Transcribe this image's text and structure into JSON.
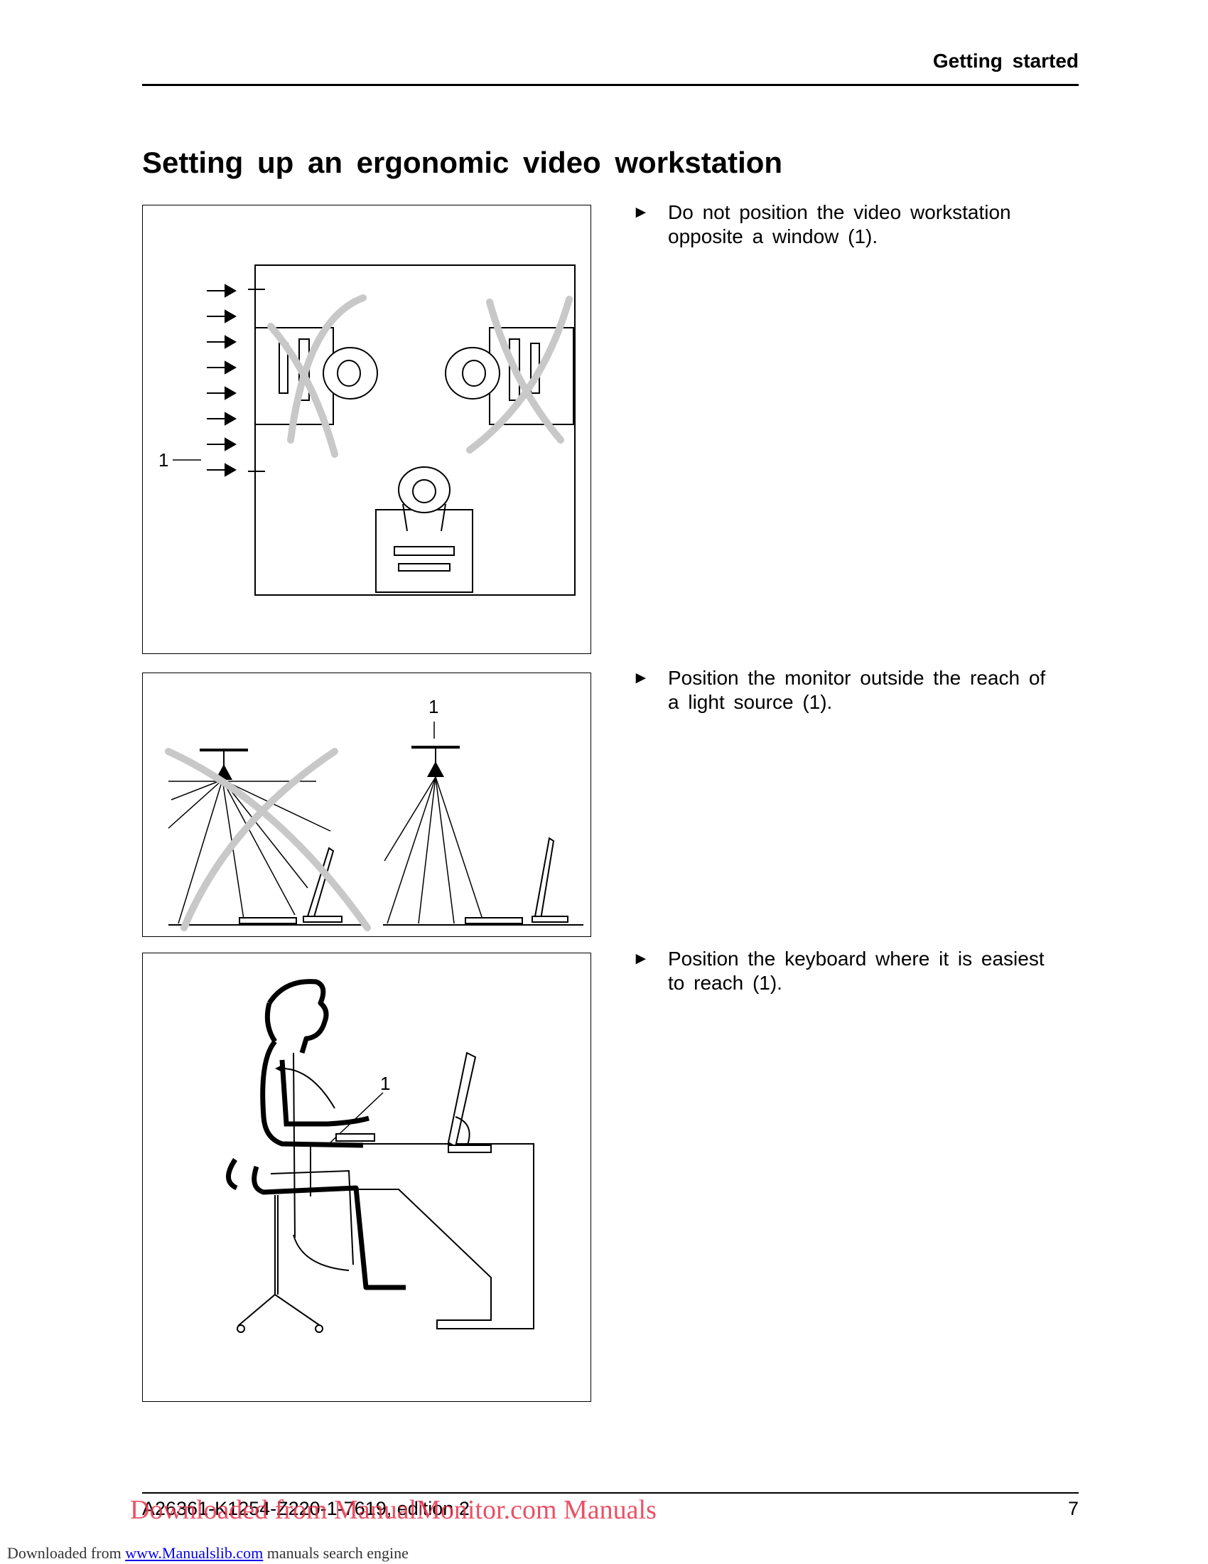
{
  "header": {
    "section": "Getting started"
  },
  "title": "Setting up an ergonomic video workstation",
  "instructions": [
    {
      "arrow": "►",
      "text": "Do not position the video workstation opposite a window (1)."
    },
    {
      "arrow": "►",
      "text": "Position the monitor outside the reach of a light source (1)."
    },
    {
      "arrow": "►",
      "text": "Position the keyboard where it is easiest to reach (1)."
    }
  ],
  "figures": [
    {
      "callout": "1"
    },
    {
      "callout": "1"
    },
    {
      "callout": "1"
    }
  ],
  "footer": {
    "doc_number": "A26361-K1254-Z220-1-7619, edition 2",
    "page_number": "7",
    "watermark": "Downloaded from ManualMonitor.com Manuals"
  },
  "download": {
    "prefix": "Downloaded from ",
    "link": "www.Manualslib.com",
    "suffix": " manuals search engine"
  },
  "colors": {
    "rule": "#000000",
    "cross_mark": "#c8c8c8",
    "watermark": "#e8324a",
    "link": "#0000ee"
  }
}
